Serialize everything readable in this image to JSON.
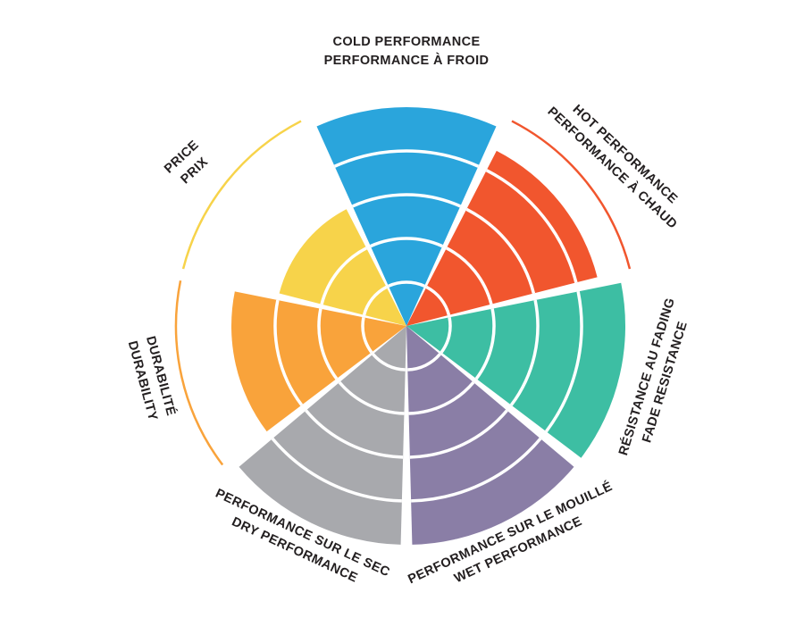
{
  "chart_data": {
    "type": "polar-sector-wheel",
    "title": "",
    "max": 5,
    "rings": 5,
    "start": "top",
    "direction": "clockwise",
    "background_color": "#FFFFFF",
    "ring_separator_color": "#FFFFFF",
    "label_color": "#231F20",
    "sectors": [
      {
        "id": "cold",
        "label_line1": "COLD PERFORMANCE",
        "label_line2": "PERFORMANCE À FROID",
        "value": 5,
        "color": "#2AA5DC"
      },
      {
        "id": "hot",
        "label_line1": "HOT PERFORMANCE",
        "label_line2": "PERFORMANCE À CHAUD",
        "value": 4.5,
        "color": "#F1562E"
      },
      {
        "id": "fade",
        "label_line1": "RÉSISTANCE AU FADING",
        "label_line2": "FADE RESISTANCE",
        "value": 5,
        "color": "#3DBEA3"
      },
      {
        "id": "wet",
        "label_line1": "PERFORMANCE SUR LE MOUILLÉ",
        "label_line2": "WET PERFORMANCE",
        "value": 5,
        "color": "#8A7EA6"
      },
      {
        "id": "dry",
        "label_line1": "PERFORMANCE SUR LE SEC",
        "label_line2": "DRY PERFORMANCE",
        "value": 5,
        "color": "#A8A9AD"
      },
      {
        "id": "durability",
        "label_line1": "DURABILITÉ",
        "label_line2": "DURABILITY",
        "value": 4,
        "color": "#F9A33B"
      },
      {
        "id": "price",
        "label_line1": "PRICE",
        "label_line2": "PRIX",
        "value": 3,
        "color": "#F7D34A"
      }
    ]
  }
}
